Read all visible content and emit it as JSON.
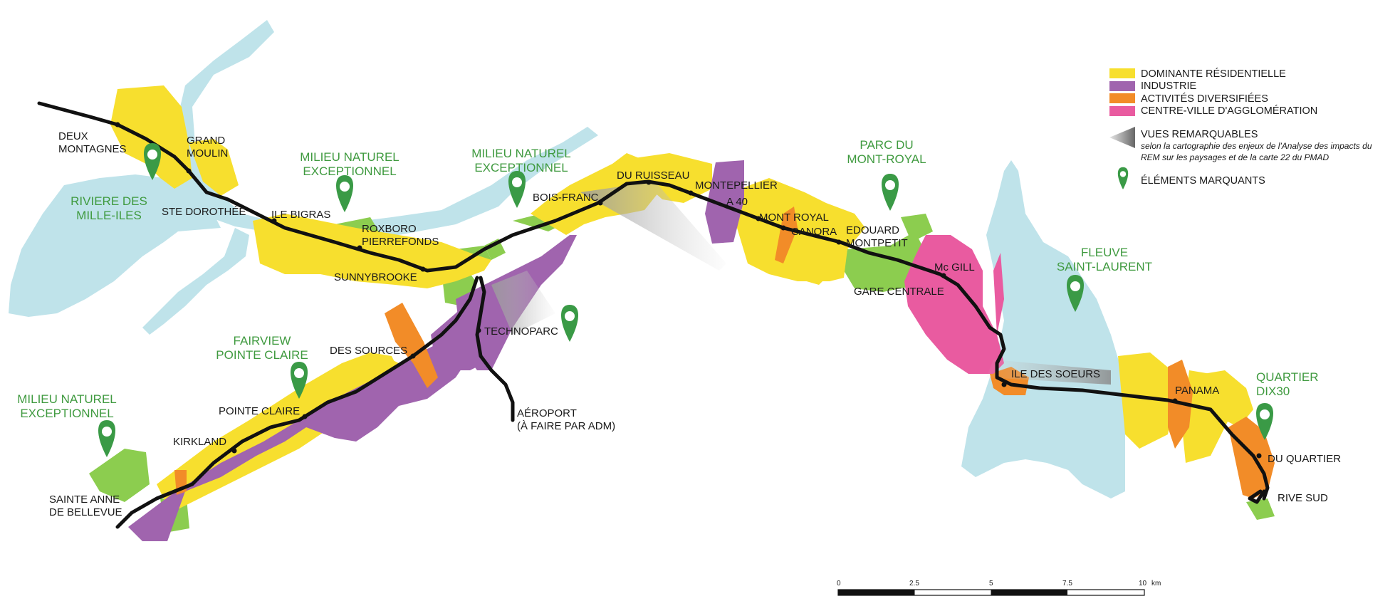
{
  "colors": {
    "water": "#bfe3ea",
    "residential": "#f7df2e",
    "industry": "#a064ae",
    "diversified": "#f28c28",
    "downtown": "#e95ba0",
    "green": "#8ccd4f",
    "marker": "#3a9a46",
    "line": "#111111"
  },
  "legend": {
    "items": [
      {
        "label": "DOMINANTE RÉSIDENTIELLE",
        "color": "#f7df2e"
      },
      {
        "label": "INDUSTRIE",
        "color": "#a064ae"
      },
      {
        "label": "ACTIVITÉS DIVERSIFIÉES",
        "color": "#f28c28"
      },
      {
        "label": "CENTRE-VILLE D'AGGLOMÉRATION",
        "color": "#e95ba0"
      }
    ],
    "views_title": "VUES REMARQUABLES",
    "views_note_1": "selon la cartographie des enjeux de l'Analyse des impacts du",
    "views_note_2": "REM sur les paysages et de la carte 22 du PMAD",
    "landmarks_label": "ÉLÉMENTS MARQUANTS"
  },
  "stations": {
    "deux_montagnes": [
      "DEUX",
      "MONTAGNES"
    ],
    "grand_moulin": [
      "GRAND",
      "MOULIN"
    ],
    "ste_dorothee": "STE DOROTHÉE",
    "ile_bigras": "ILE BIGRAS",
    "roxboro": [
      "ROXBORO",
      "PIERREFONDS"
    ],
    "sunnybrooke": "SUNNYBROOKE",
    "bois_franc": "BOIS-FRANC",
    "du_ruisseau": "DU RUISSEAU",
    "montpellier": "MONTEPELLIER",
    "a40": "A 40",
    "mont_royal": "MONT ROYAL",
    "canora": "CANORA",
    "edouard_montpetit": [
      "EDOUARD",
      "MONTPETIT"
    ],
    "mcgill": "Mc GILL",
    "gare_centrale": "GARE CENTRALE",
    "ile_des_soeurs": "ILE DES SOEURS",
    "panama": "PANAMA",
    "du_quartier": "DU QUARTIER",
    "rive_sud": "RIVE SUD",
    "technoparc": "TECHNOPARC",
    "aeroport": [
      "AÉROPORT",
      "(À FAIRE PAR ADM)"
    ],
    "des_sources": "DES SOURCES",
    "pointe_claire": "POINTE CLAIRE",
    "kirkland": "KIRKLAND",
    "sainte_anne": [
      "SAINTE ANNE",
      "DE BELLEVUE"
    ]
  },
  "landmarks": {
    "riviere": [
      "RIVIERE DES",
      "MILLE-ILES"
    ],
    "milieu_1": [
      "MILIEU NATUREL",
      "EXCEPTIONNEL"
    ],
    "milieu_2": [
      "MILIEU NATUREL",
      "EXCEPTIONNEL"
    ],
    "parc": [
      "PARC DU",
      "MONT-ROYAL"
    ],
    "fleuve": [
      "FLEUVE",
      "SAINT-LAURENT"
    ],
    "fairview": [
      "FAIRVIEW",
      "POINTE CLAIRE"
    ],
    "milieu_3": [
      "MILIEU NATUREL",
      "EXCEPTIONNEL"
    ],
    "quartier": [
      "QUARTIER",
      "DIX30"
    ]
  },
  "scale": {
    "ticks": [
      "0",
      "2.5",
      "5",
      "7.5",
      "10"
    ],
    "unit": "km"
  }
}
